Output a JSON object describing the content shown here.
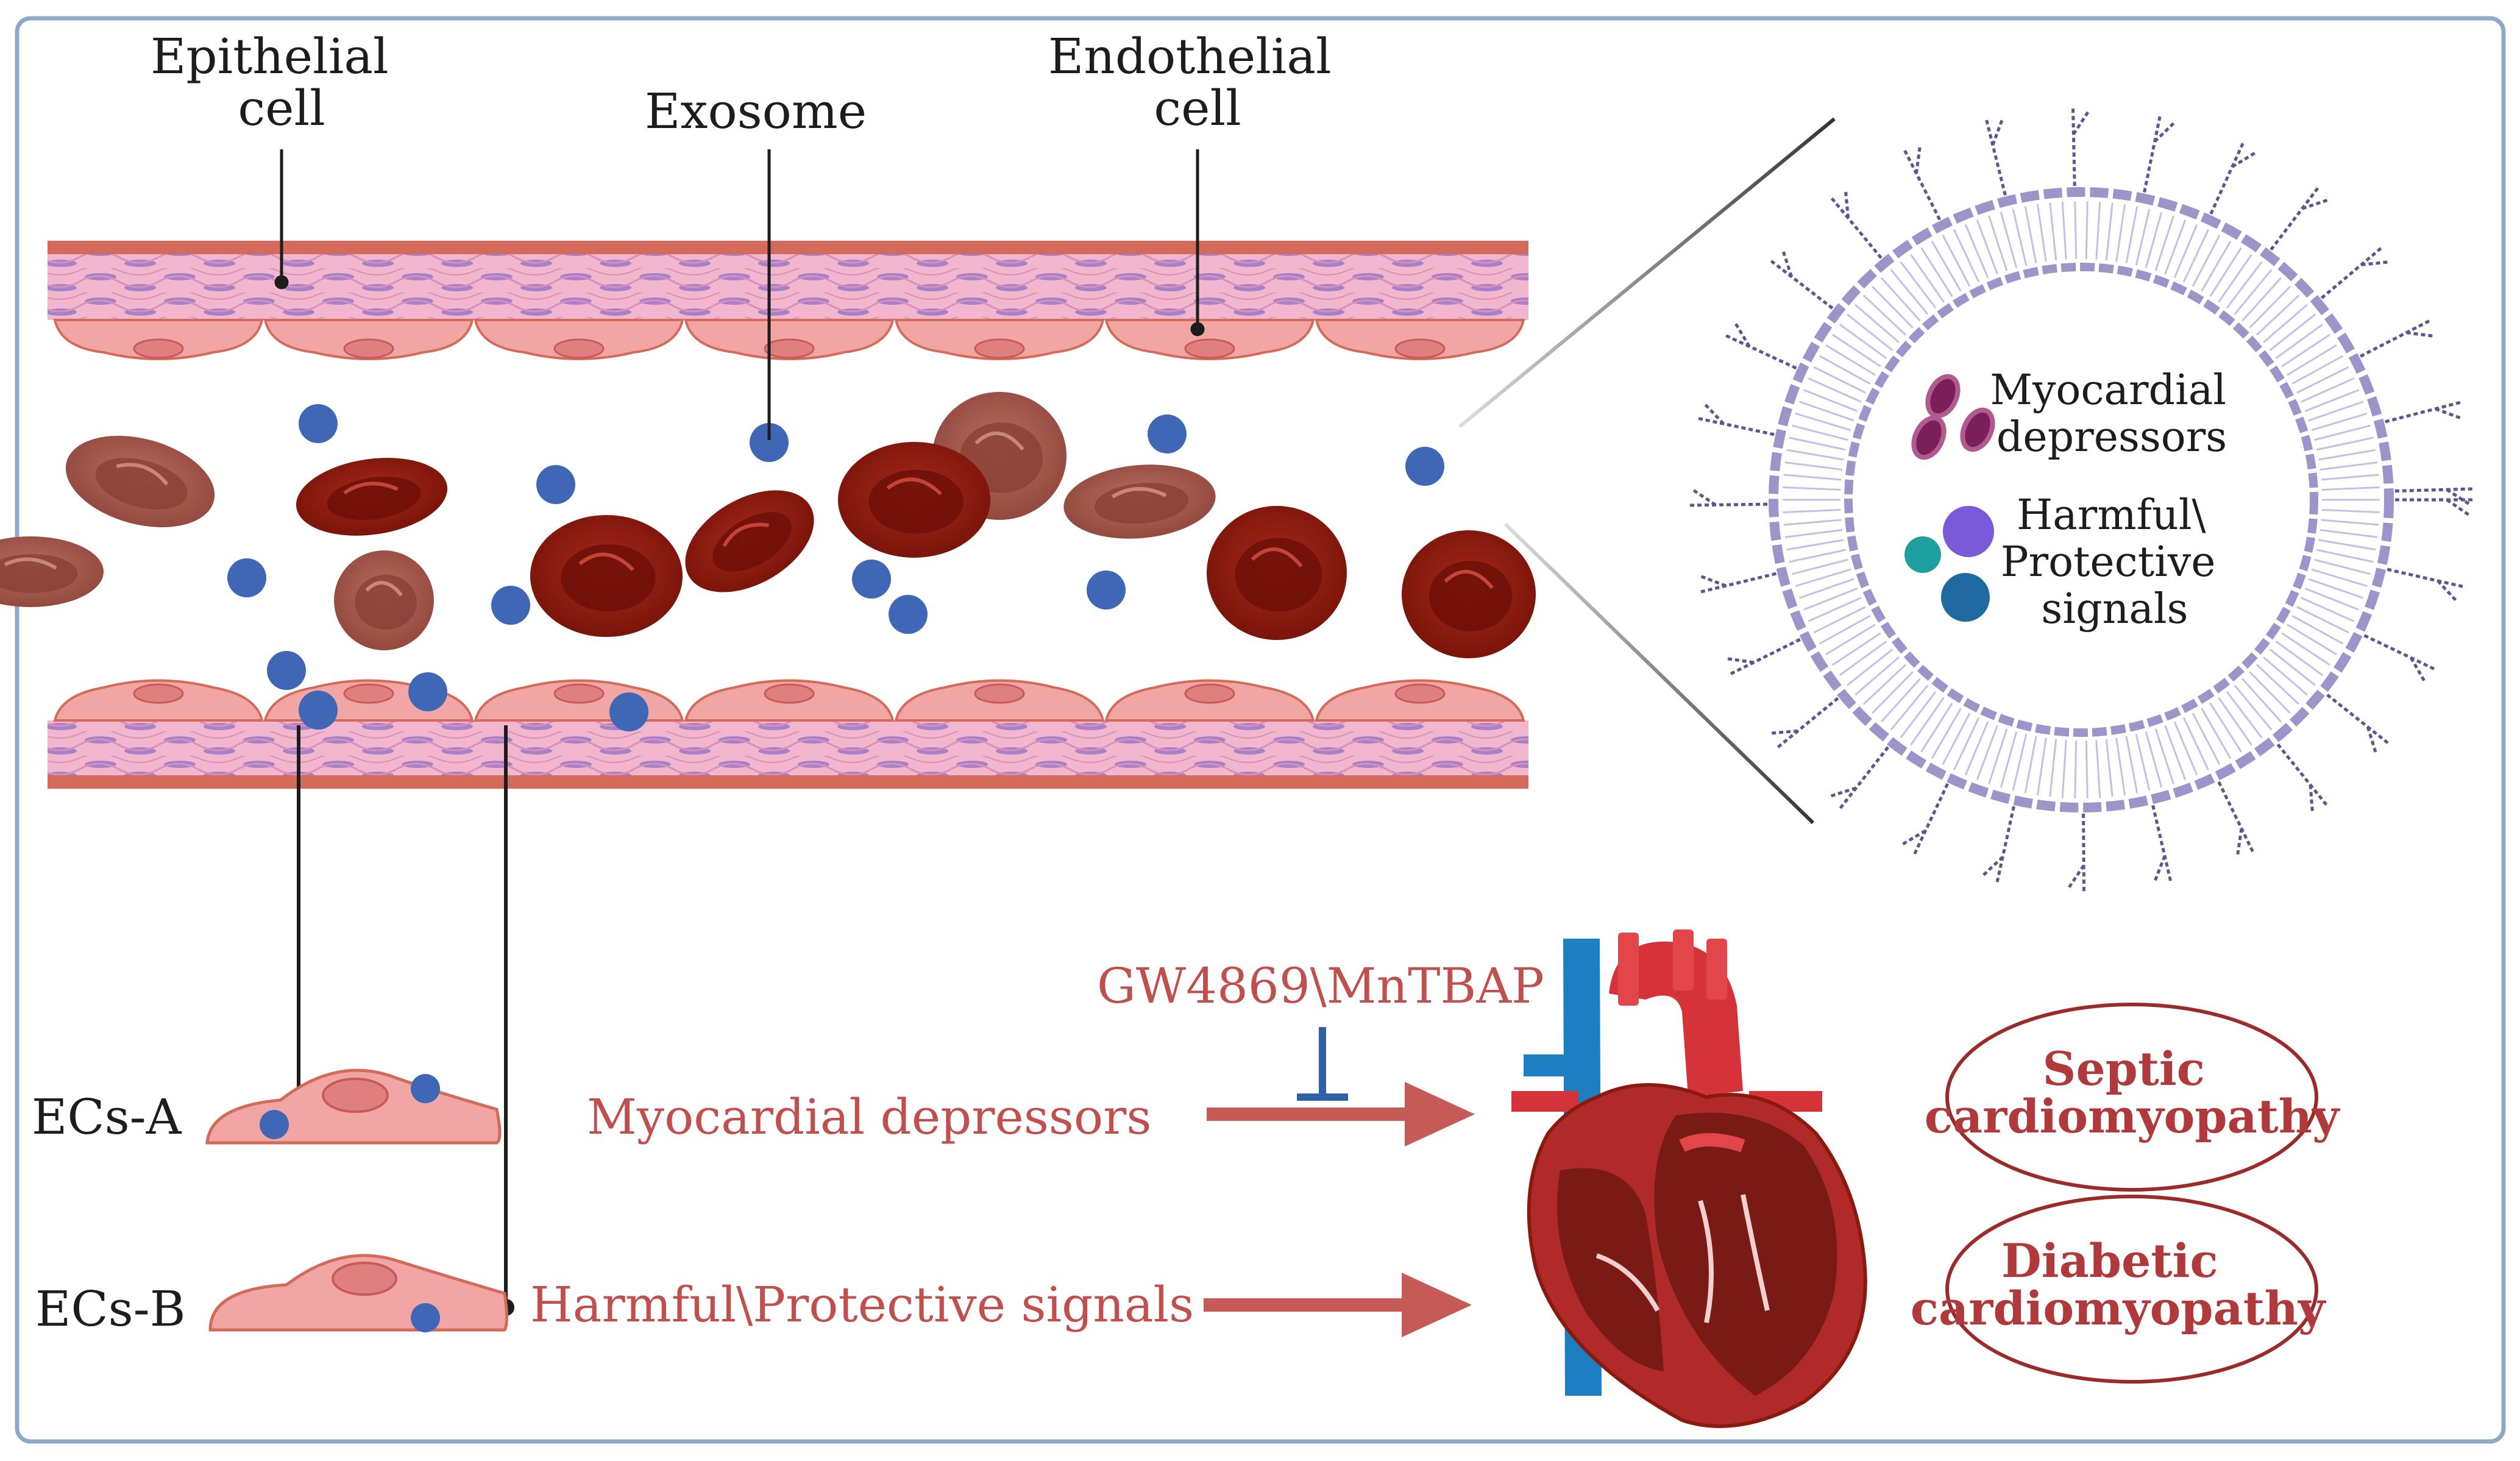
{
  "labels": {
    "epithelial_cell": [
      "Epithelial",
      "cell"
    ],
    "exosome": "Exosome",
    "endothelial_cell": [
      "Endothelial",
      "cell"
    ],
    "myocardial_depressors_inset": [
      "Myocardial",
      "depressors"
    ],
    "harmful_protective_inset": [
      "Harmful\\",
      "Protective",
      "signals"
    ],
    "ecs_a": "ECs-A",
    "ecs_b": "ECs-B",
    "myocardial_depressors": "Myocardial depressors",
    "harmful_protective_signals": "Harmful\\Protective signals",
    "inhibitor": "GW4869\\MnTBAP",
    "outcome_septic": [
      "Septic",
      "cardiomyopathy"
    ],
    "outcome_diabetic": [
      "Diabetic",
      "cardiomyopathy"
    ]
  },
  "colors": {
    "frame": "#8fa8c8",
    "vessel_wall": "#f2b6cf",
    "vessel_edge": "#d46a5a",
    "endothelium": "#f1a6a4",
    "nucleus": "#e07f7f",
    "exosome": "#3f67b5",
    "rbc": "#8b1a0e",
    "rbc_faded": "#a35a4f",
    "membrane": "#9c95c9",
    "protein": "#5e5590",
    "text_red": "#c0504d",
    "outcome_border": "#9b2a2a",
    "outcome_text": "#b0393c",
    "arrow": "#c65a57",
    "inhibit": "#2f5fa5"
  },
  "icons": [
    "exosome-icon",
    "red-blood-cell-icon",
    "endothelial-cell-icon",
    "heart-icon",
    "inhibit-icon",
    "arrow-icon",
    "exosome-membrane-icon"
  ]
}
